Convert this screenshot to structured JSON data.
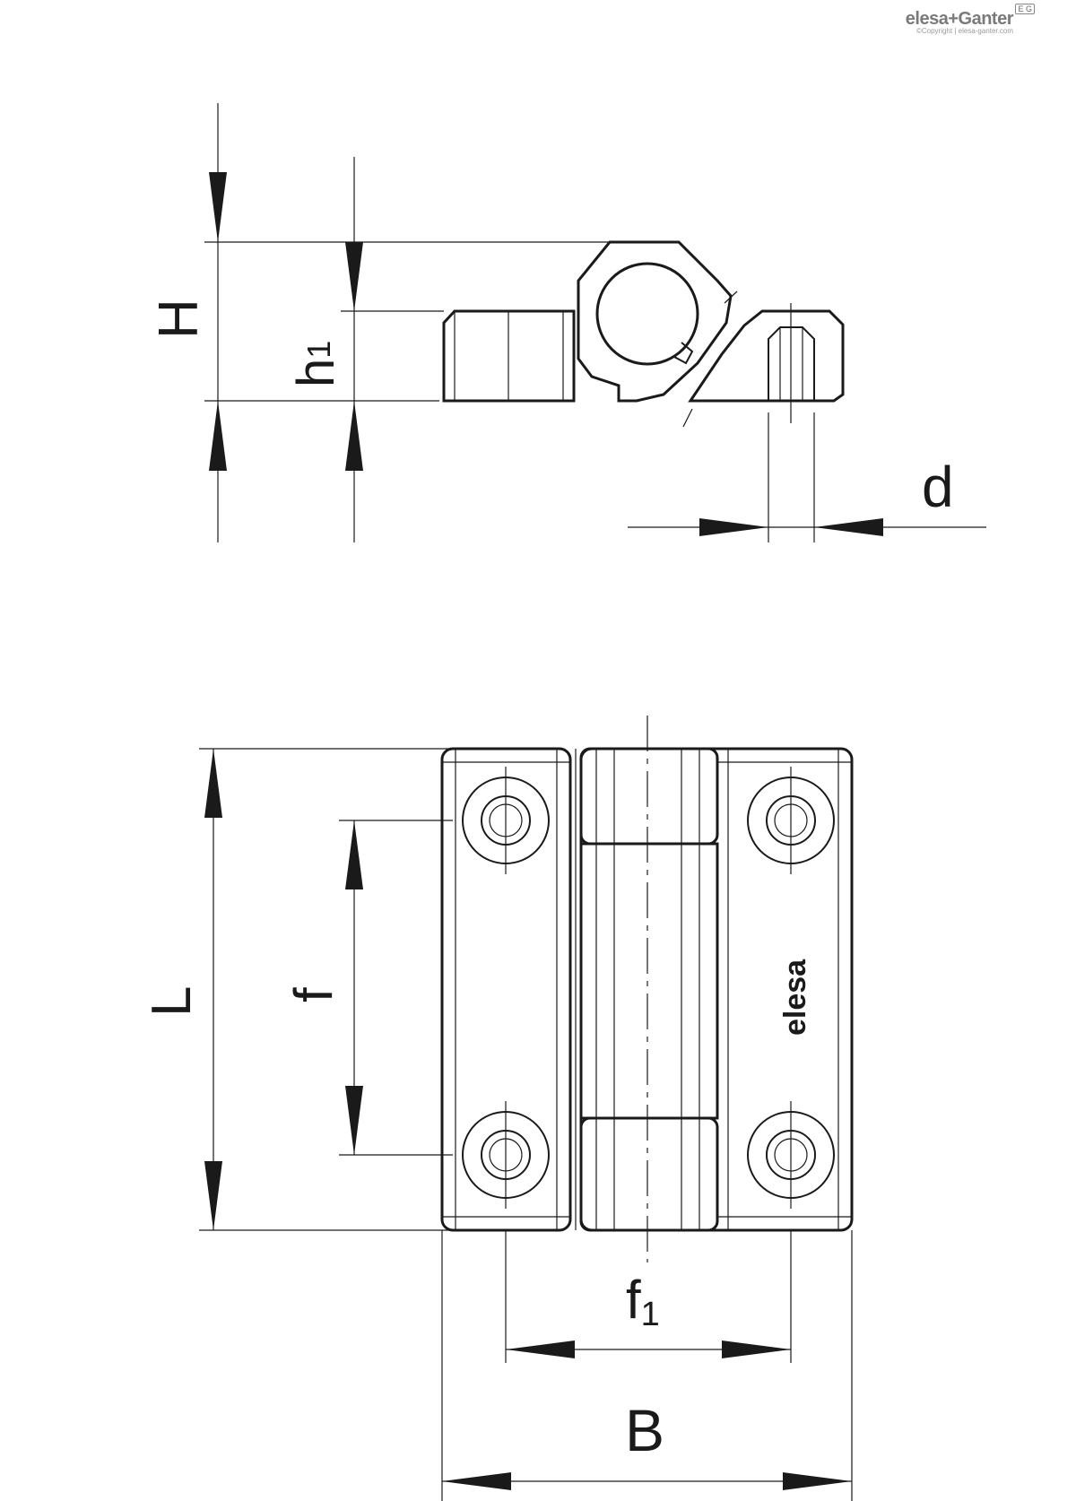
{
  "brand": {
    "name": "elesa+Ganter",
    "copyright": "©Copyright | elesa-ganter.com",
    "badge": "E G"
  },
  "dimensions": {
    "H": "H",
    "h1_main": "h",
    "h1_sub": "1",
    "d": "d",
    "L": "L",
    "f": "f",
    "f1_main": "f",
    "f1_sub": "1",
    "B": "B"
  },
  "engraving": "elesa",
  "colors": {
    "line": "#1a1a1a",
    "brand": "#7a7a7a"
  }
}
